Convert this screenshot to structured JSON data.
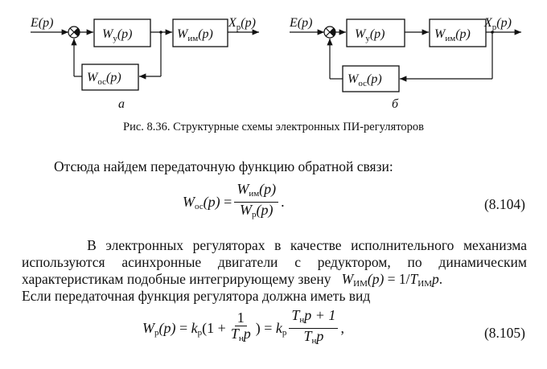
{
  "diagram_a": {
    "input": "E(p)",
    "controller": "W_y(p)",
    "actuator": "W_им(p)",
    "feedback": "W_ос(p)",
    "output": "X_p(p)",
    "label": "а"
  },
  "diagram_b": {
    "input": "E(p)",
    "controller": "W_y(p)",
    "actuator": "W_им(p)",
    "feedback": "W_ос(p)",
    "output": "X_p(p)",
    "label": "б"
  },
  "caption": "Рис. 8.36. Структурные схемы электронных ПИ-регуляторов",
  "para1": "Отсюда найдем передаточную функцию обратной связи:",
  "eq104": {
    "lhs": "W_ос(p) =",
    "num": "W_им(p)",
    "den": "W_p(p)",
    "number": "(8.104)"
  },
  "para2": {
    "line1": "В электронных регуляторах в качестве исполнительного механизма",
    "line2": "используются асинхронные двигатели с редуктором, по динамическим",
    "line3": "характеристикам подобные интегрирующему звену",
    "line3_formula": "W_им(p) = 1/T_им p.",
    "line4": "Если передаточная функция регулятора должна иметь вид"
  },
  "eq105": {
    "text": "W_p(p) = k_p(1 + 1/(T_н p)) = k_p (T_н p + 1)/(T_н p),",
    "number": "(8.105)"
  }
}
